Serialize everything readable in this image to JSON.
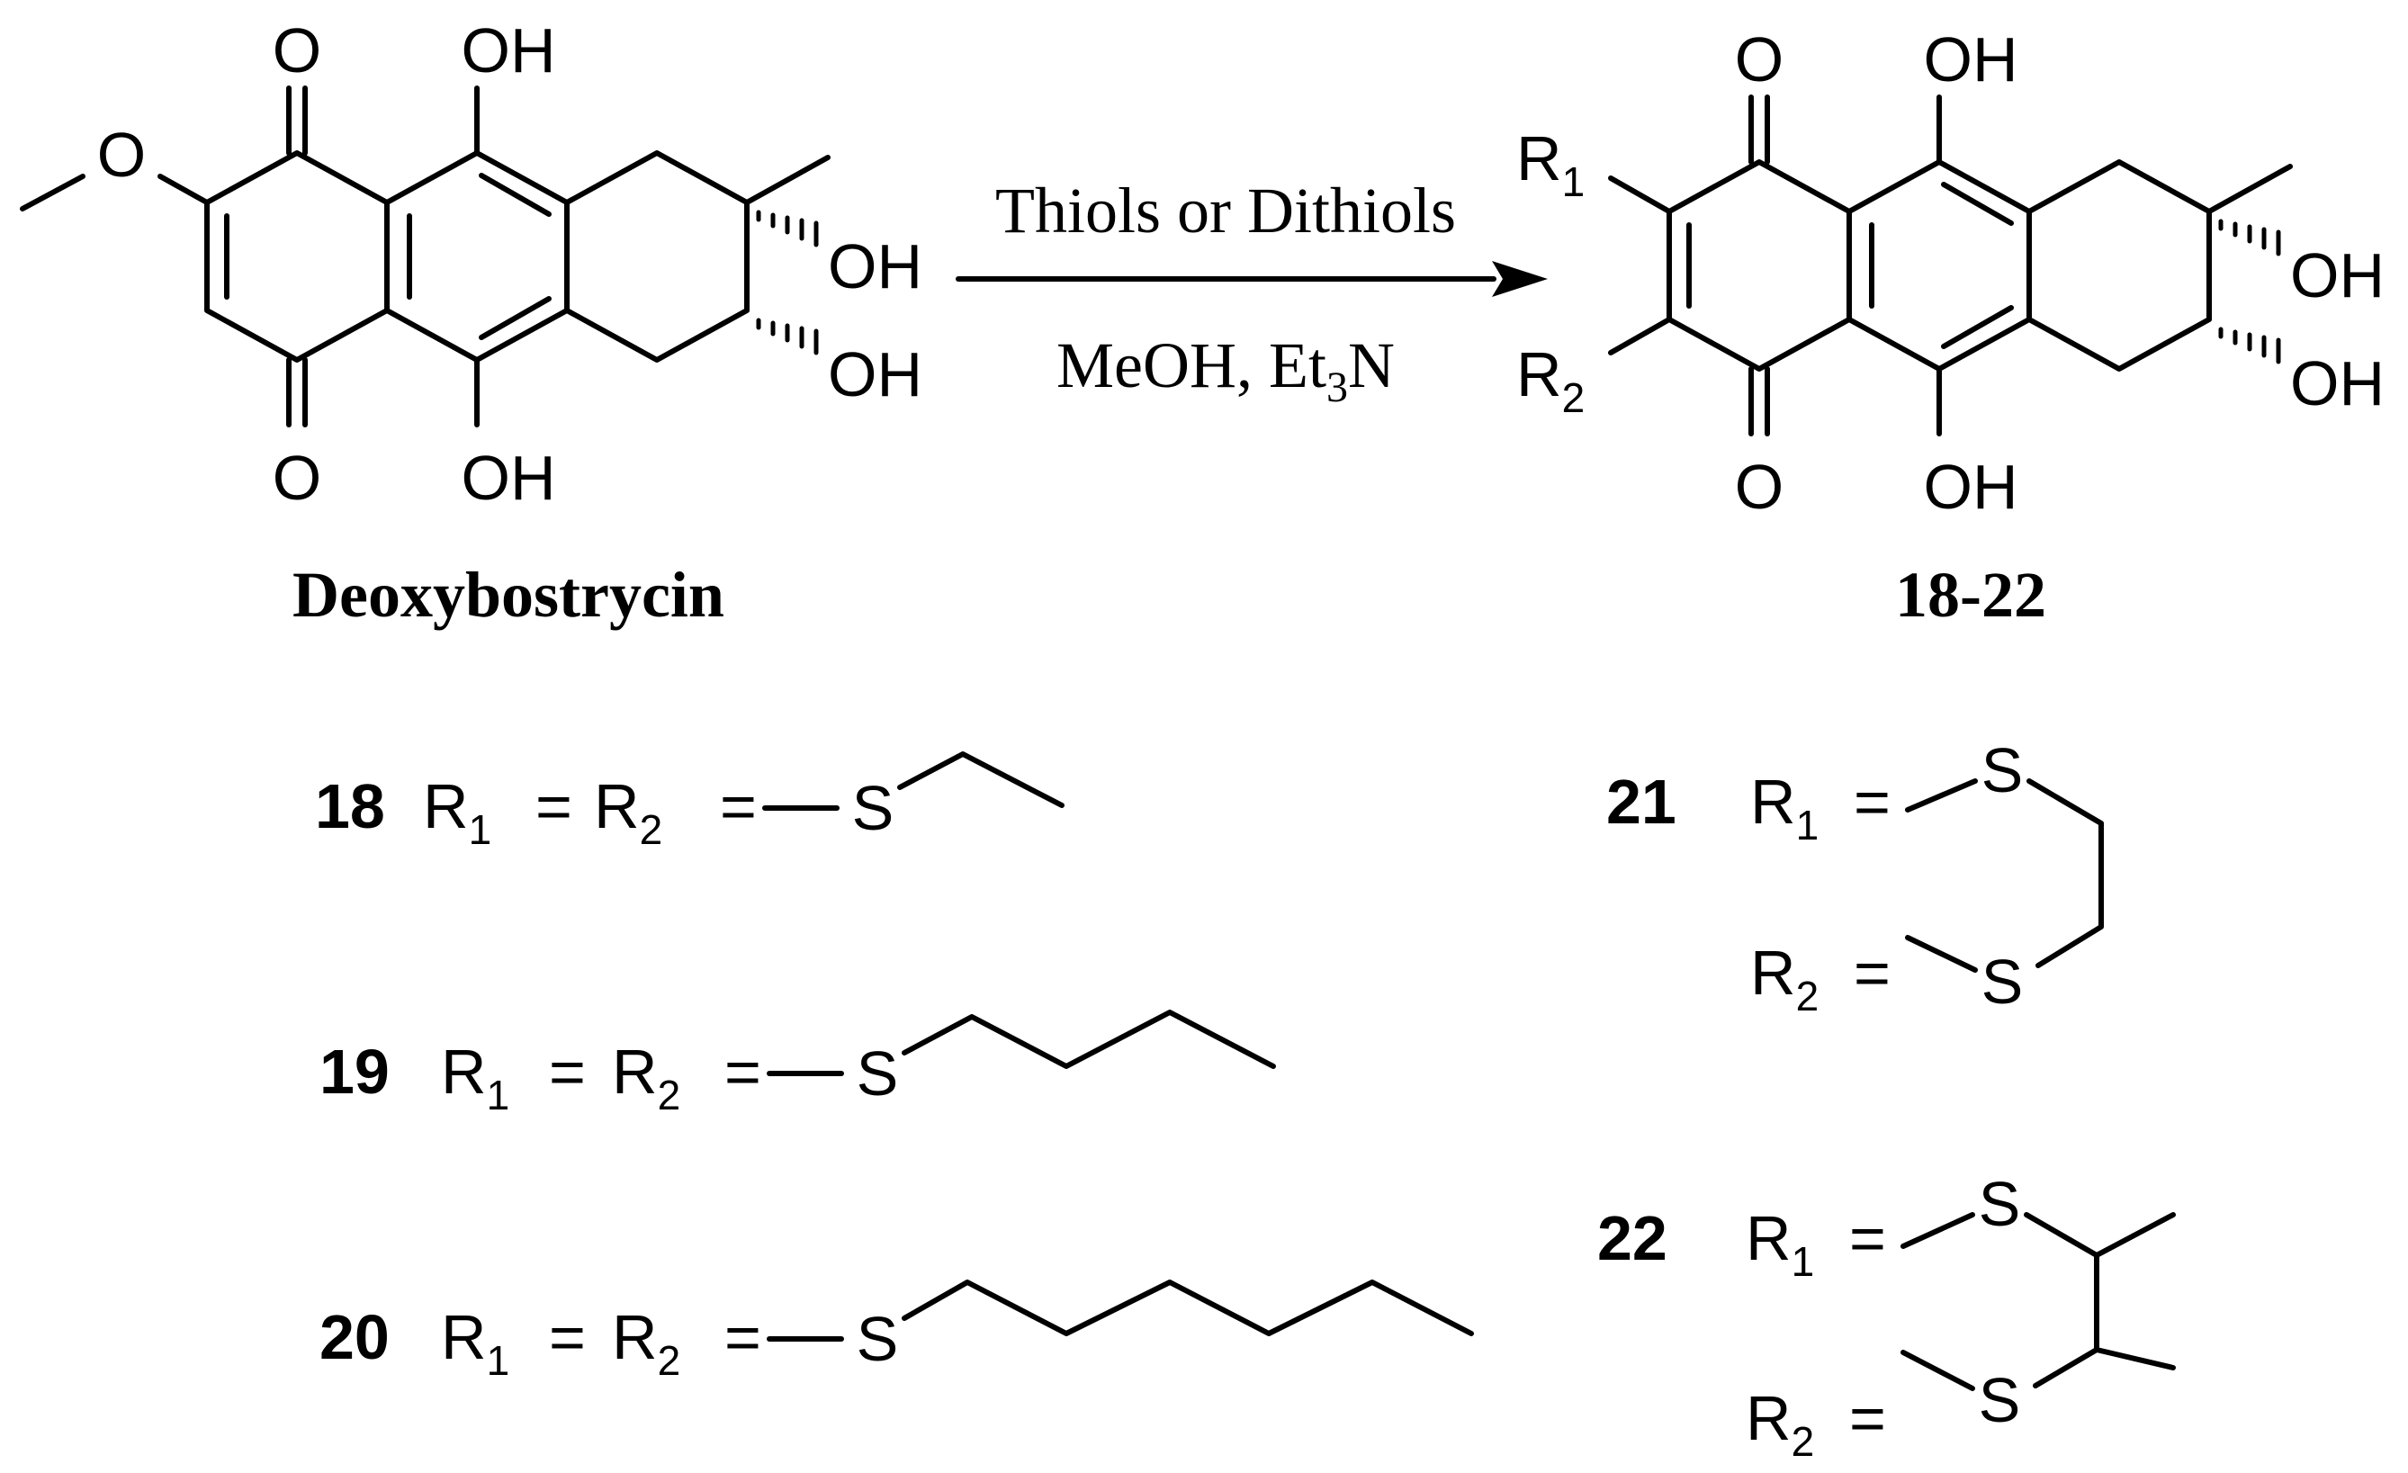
{
  "atoms": {
    "O": "O",
    "OH": "OH",
    "S": "S",
    "R1_base": "R",
    "R1_sub": "1",
    "R2_base": "R",
    "R2_sub": "2"
  },
  "reaction": {
    "reagent": "Thiols or Dithiols",
    "solvent_part1": "MeOH, Et",
    "solvent_sub": "3",
    "solvent_part2": "N"
  },
  "compounds": {
    "start_name": "Deoxybostrycin",
    "product_name": "18-22"
  },
  "entries": {
    "c18": "18",
    "c19": "19",
    "c20": "20",
    "c21": "21",
    "c22": "22",
    "equals": "="
  }
}
